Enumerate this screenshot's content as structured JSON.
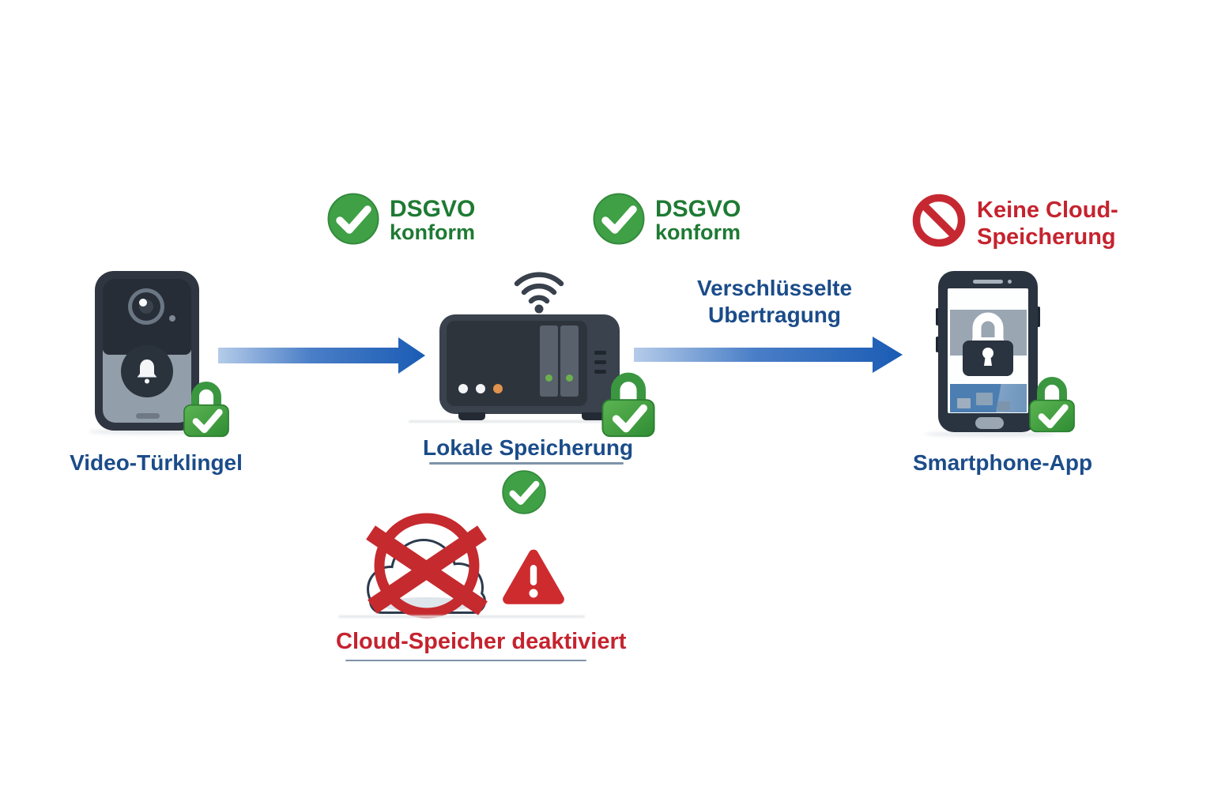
{
  "badges": {
    "dsgvo_left": {
      "line1": "DSGVO",
      "line2": "konform"
    },
    "dsgvo_mid": {
      "line1": "DSGVO",
      "line2": "konform"
    },
    "no_cloud": {
      "line1": "Keine Cloud-",
      "line2": "Speicherung"
    }
  },
  "nodes": {
    "doorbell": {
      "label": "Video-Türklingel"
    },
    "storage": {
      "label": "Lokale Speicherung"
    },
    "smartphone": {
      "label": "Smartphone-App"
    }
  },
  "arrows": {
    "encrypted": {
      "line1": "Verschlüsselte",
      "line2": "Ubertragung"
    }
  },
  "footer": {
    "cloud_disabled": "Cloud-Speicher deaktiviert"
  },
  "icons": {
    "check_circle": "green circle with white checkmark",
    "green_lock": "green padlock with white checkmark",
    "no_entry": "red prohibition circle with slash",
    "wifi": "wifi signal arcs",
    "cloud_crossed": "cloud with red ring and red X",
    "warning_triangle": "red triangle with white exclamation mark",
    "arrow_right": "blue gradient right arrow",
    "bell": "white doorbell bell"
  },
  "colors": {
    "label_blue": "#1B4C8A",
    "alert_red": "#C5232E",
    "badge_green": "#3FA045",
    "badge_text_green": "#1E7A33",
    "lock_green": "#46A344",
    "arrow_blue_dark": "#1A5CB4",
    "arrow_blue_light": "#B5CCE9",
    "device_dark": "#2F3641"
  }
}
